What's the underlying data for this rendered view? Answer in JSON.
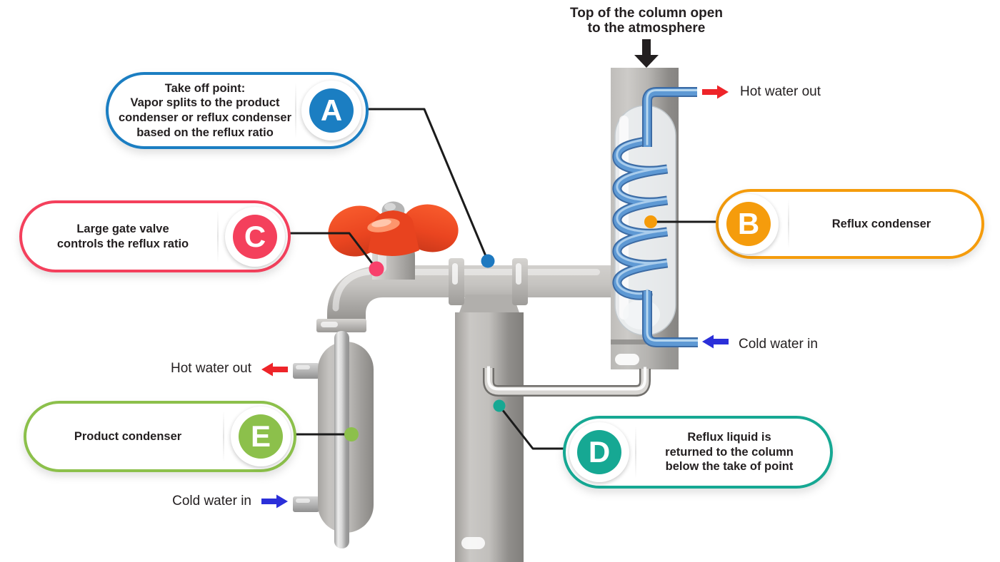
{
  "top_note": {
    "lines": [
      "Top of the column open",
      "to the atmosphere"
    ]
  },
  "flow_labels": {
    "hot_water_out": "Hot water out",
    "cold_water_in": "Cold water in"
  },
  "callouts": {
    "a": {
      "letter": "A",
      "accent": "#1b7ec2",
      "lines": [
        "Take off point:",
        "Vapor splits to the product",
        "condenser or reflux condenser",
        "based on the reflux ratio"
      ]
    },
    "b": {
      "letter": "B",
      "accent": "#f59c0c",
      "lines": [
        "Reflux condenser"
      ]
    },
    "c": {
      "letter": "C",
      "accent": "#f4405c",
      "lines": [
        "Large gate valve",
        "controls the reflux ratio"
      ]
    },
    "d": {
      "letter": "D",
      "accent": "#16a893",
      "lines": [
        "Reflux liquid is",
        "returned to the column",
        "below the take of point"
      ]
    },
    "e": {
      "letter": "E",
      "accent": "#8cc04b",
      "lines": [
        "Product condenser"
      ]
    }
  },
  "colors": {
    "hot_arrow": "#ee2429",
    "cold_arrow": "#2b2fd9",
    "atmosphere_arrow": "#231f20",
    "coil_blue": "#5e99d4",
    "pipe_gray": "#bdbbb8",
    "valve_red": "#ee4823",
    "leader_line": "#1b1b1b"
  }
}
